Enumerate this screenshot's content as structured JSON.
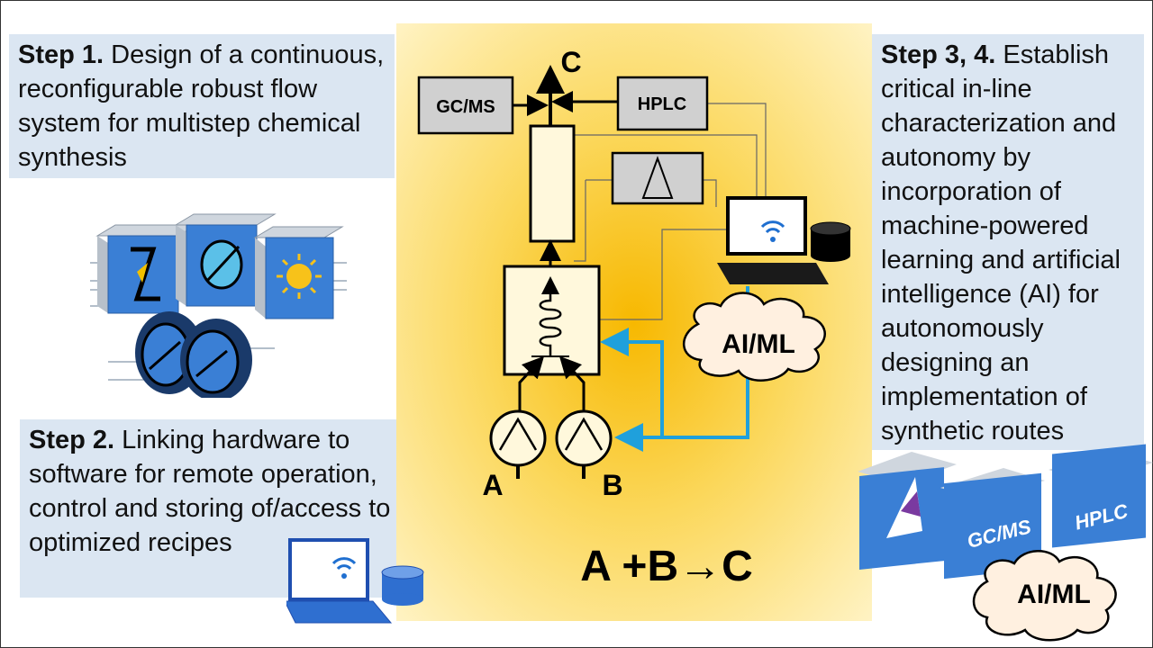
{
  "step1": {
    "title": "Step 1.",
    "text": "Design of a continuous, reconfigurable robust flow system for multistep chemical synthesis"
  },
  "step2": {
    "title": "Step 2.",
    "text": "Linking hardware to software for remote operation, control and storing of/access to optimized recipes"
  },
  "step3": {
    "title": "Step 3, 4.",
    "text": "Establish critical in-line characterization and autonomy by incorporation of machine-powered learning and artificial intelligence (AI) for autonomously designing an implementation of synthetic routes"
  },
  "diagram": {
    "gcms_label": "GC/MS",
    "hplc_label": "HPLC",
    "output_label": "C",
    "input_a": "A",
    "input_b": "B",
    "aiml_label": "AI/ML",
    "reaction": "A +B→C"
  },
  "modules": {
    "gcms_label": "GC/MS",
    "hplc_label": "HPLC",
    "aiml_label": "AI/ML"
  },
  "colors": {
    "box_bg": "#dbe6f2",
    "accent_blue": "#1fa0dc",
    "module_blue": "#3a7fd5",
    "panel_yellow": "#f7b800"
  }
}
